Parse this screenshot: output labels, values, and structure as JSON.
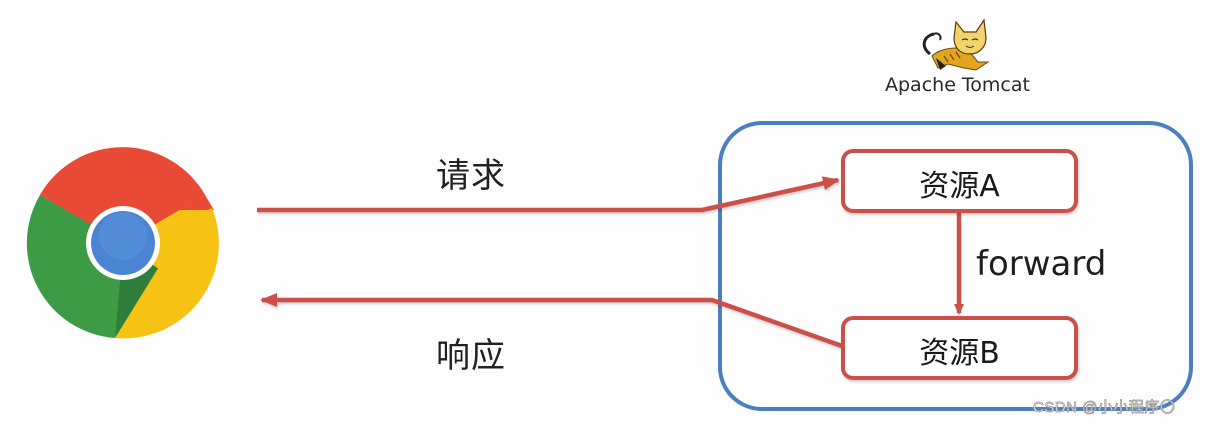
{
  "client": {
    "icon": "chrome-browser-icon",
    "colors": {
      "red": "#e84a35",
      "green": "#3a9a42",
      "yellow": "#f6c213",
      "blue_center": "#4a84d2",
      "dark_green": "#1e6b33"
    }
  },
  "server": {
    "logo_icon": "tomcat-cat-icon",
    "logo_text": "Apache Tomcat",
    "container_color": "#4a7fc1"
  },
  "arrows": {
    "request_label": "请求",
    "response_label": "响应",
    "forward_label": "forward",
    "color": "#cd5048"
  },
  "nodes": [
    {
      "id": "resource-a",
      "label": "资源A"
    },
    {
      "id": "resource-b",
      "label": "资源B"
    }
  ],
  "watermark": "CSDN @小小程序〇"
}
